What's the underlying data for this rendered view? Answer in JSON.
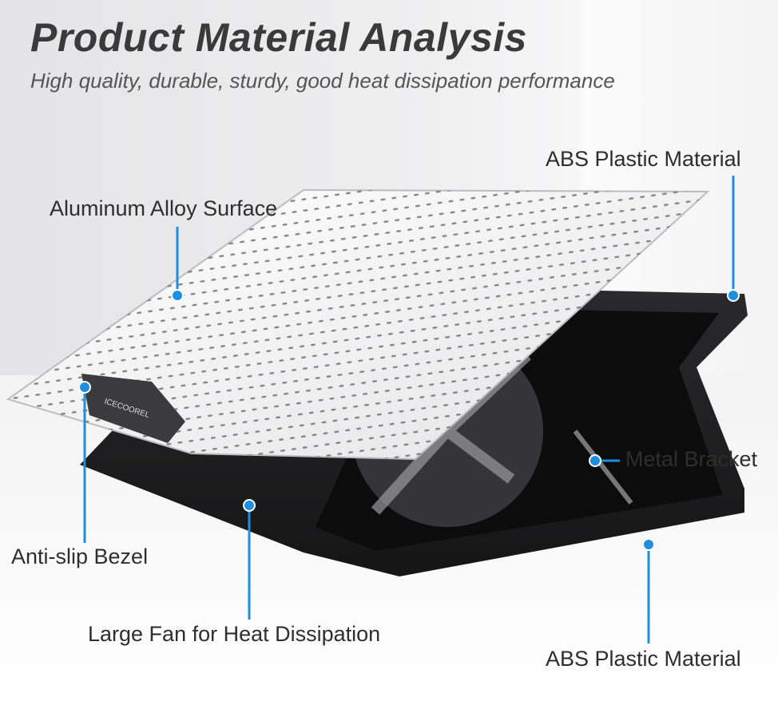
{
  "header": {
    "title": "Product Material Analysis",
    "subtitle": "High quality, durable, sturdy, good heat dissipation performance"
  },
  "callouts": {
    "surface": "Aluminum Alloy Surface",
    "abs_top": "ABS Plastic Material",
    "bezel": "Anti-slip Bezel",
    "fan": "Large Fan for Heat Dissipation",
    "bracket": "Metal Bracket",
    "abs_bottom": "ABS Plastic Material"
  },
  "product": {
    "brand_logo": "ICECOOREL"
  },
  "colors": {
    "callout_blue": "#1e8fe0",
    "text": "#2e2e2e"
  }
}
